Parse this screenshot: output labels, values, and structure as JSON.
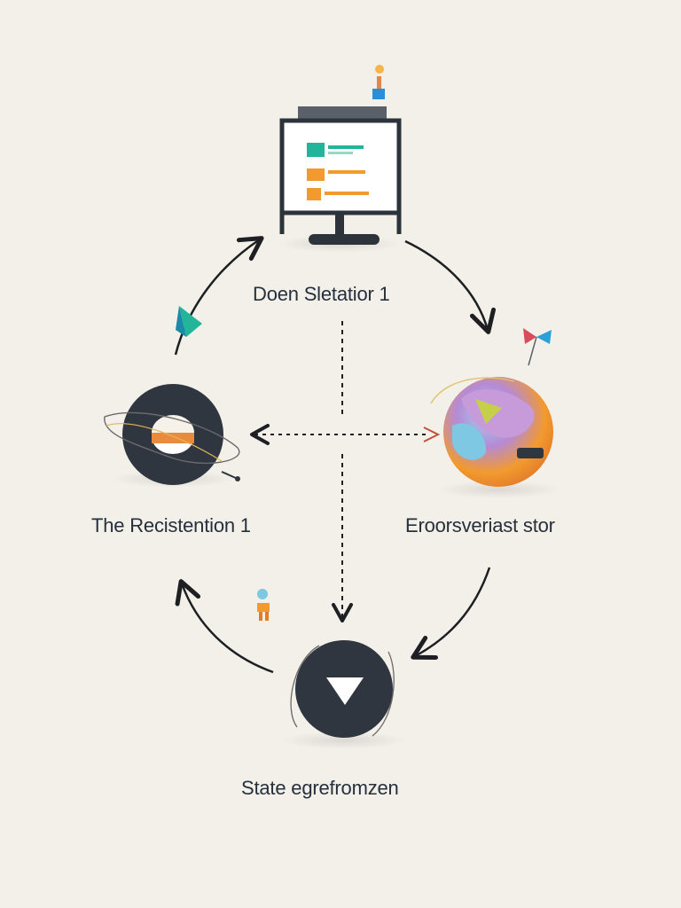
{
  "nodes": {
    "top": {
      "label": "Doen Sletatior 1",
      "icon": "monitor-icon"
    },
    "left": {
      "label": "The Recistention 1",
      "icon": "vinyl-disc-icon"
    },
    "right": {
      "label": "Eroorsveriast stor",
      "icon": "colorful-globe-icon"
    },
    "bottom": {
      "label": "State egrefromzen",
      "icon": "play-triangle-icon"
    }
  },
  "colors": {
    "background": "#f3f0ea",
    "ink": "#25303c",
    "dark_node": "#2f3640",
    "accent_teal": "#22b59a",
    "accent_orange": "#f29a2e"
  }
}
